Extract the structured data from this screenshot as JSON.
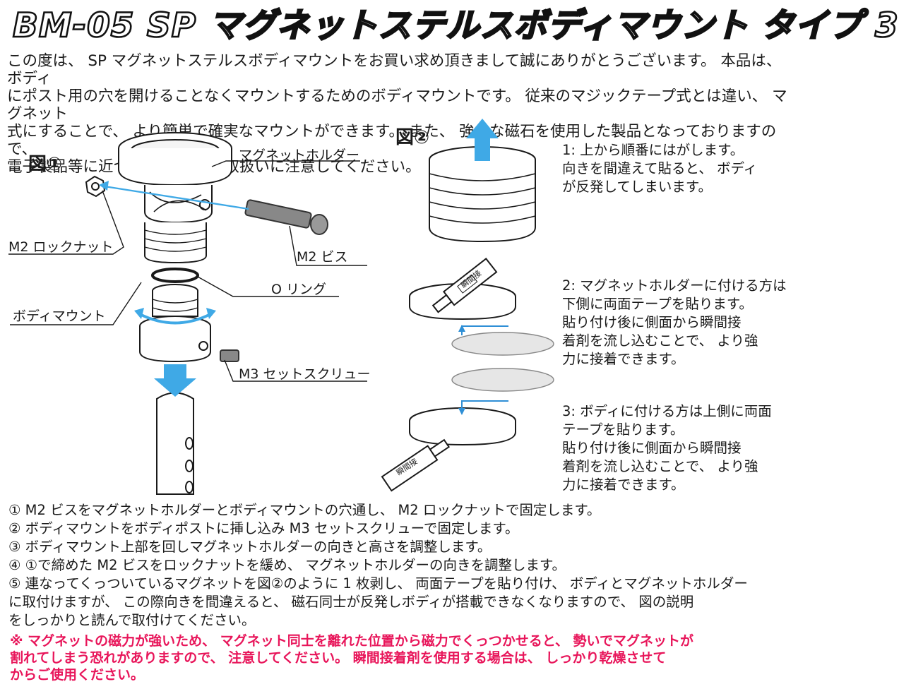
{
  "title": "BM-05 SP マグネットステルスボディマウント タイプ 3",
  "intro": "この度は、 SP マグネットステルスボディマウントをお買い求め頂きまして誠にありがとうございます。 本品は、 ボディ\nにポスト用の穴を開けることなくマウントするためのボディマウントです。 従来のマジックテープ式とは違い、 マグネット\n式にすることで、 より簡単で確実なマウントができます。 また、 強力な磁石を使用した製品となっておりますので、\n電子製品等に近づけないよう、 取扱いに注意してください。",
  "figure1": {
    "label": "図①",
    "callouts": {
      "magnet_holder": "マグネットホルダー",
      "lock_nut": "M2 ロックナット",
      "screw": "M2 ビス",
      "o_ring": "O リング",
      "body_mount": "ボディマウント",
      "set_screw": "M3 セットスクリュー"
    }
  },
  "figure2": {
    "label": "図②",
    "glue_label": "瞬間接",
    "steps": [
      "1: 上から順番にはがします。\n    向きを間違えて貼ると、 ボディ\n    が反発してしまいます。",
      "2: マグネットホルダーに付ける方は\n    下側に両面テープを貼ります。\n    貼り付け後に側面から瞬間接\n    着剤を流し込むことで、 より強\n    力に接着できます。",
      "3: ボディに付ける方は上側に両面\n    テープを貼ります。\n    貼り付け後に側面から瞬間接\n    着剤を流し込むことで、 より強\n    力に接着できます。"
    ]
  },
  "instructions": [
    "① M2 ビスをマグネットホルダーとボディマウントの穴通し、 M2 ロックナットで固定します。",
    "② ボディマウントをボディポストに挿し込み M3 セットスクリューで固定します。",
    "③ ボディマウント上部を回しマグネットホルダーの向きと高さを調整します。",
    "④ ①で締めた M2 ビスをロックナットを緩め、 マグネットホルダーの向きを調整します。",
    "⑤ 連なってくっついているマグネットを図②のように 1 枚剥し、 両面テープを貼り付け、 ボディとマグネットホルダー\n    に取付けますが、 この際向きを間違えると、 磁石同士が反発しボディが搭載できなくなりますので、 図の説明\n    をしっかりと読んで取付けてください。"
  ],
  "warning": "※ マグネットの磁力が強いため、 マグネット同士を離れた位置から磁力でくっつかせると、 勢いでマグネットが\n    割れてしまう恐れがありますので、 注意してください。 瞬間接着剤を使用する場合は、 しっかり乾燥させて\n    からご使用ください。",
  "colors": {
    "text": "#1a1a1a",
    "warning": "#e8155a",
    "arrow_blue": "#3fa9e6",
    "tape_gray": "#e6e6e6",
    "line_blue": "#2f8fd6"
  }
}
